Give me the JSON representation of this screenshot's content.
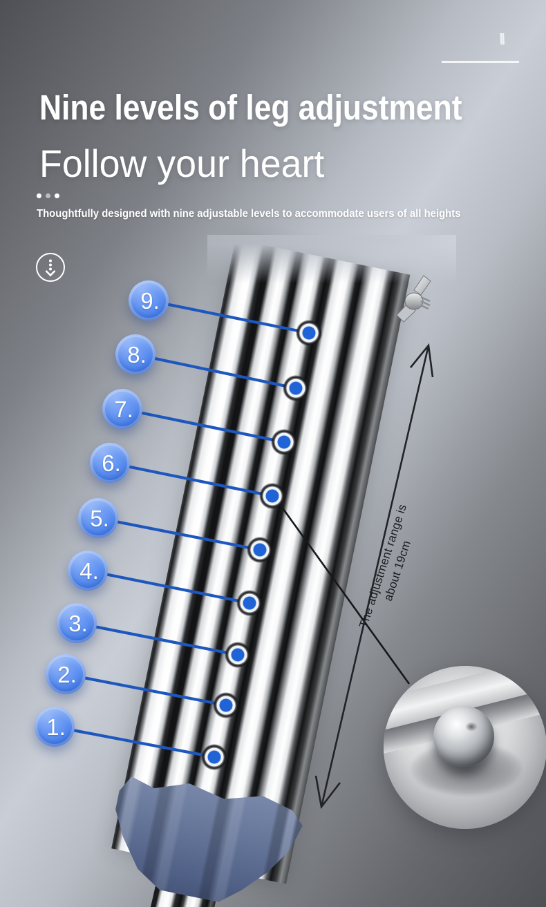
{
  "header": {
    "decor_mark": "\\\\",
    "title": "Nine levels of leg adjustment",
    "subtitle": "Follow your heart",
    "description": "Thoughtfully designed with nine adjustable levels to accommodate users of all heights"
  },
  "callouts": {
    "items": [
      {
        "label": "9."
      },
      {
        "label": "8."
      },
      {
        "label": "7."
      },
      {
        "label": "6."
      },
      {
        "label": "5."
      },
      {
        "label": "4."
      },
      {
        "label": "3."
      },
      {
        "label": "2."
      },
      {
        "label": "1."
      }
    ]
  },
  "annotation": {
    "line1": "The adjustment range is",
    "line2": "about 19cm"
  },
  "icons": {
    "scroll_hint": "scroll-down-icon",
    "hardware": "wing-nut-icon",
    "detail": "zoom-detail-circle"
  },
  "colors": {
    "badge_blue": "#5288ef",
    "callout_line_blue": "#1d57be",
    "hole_blue": "#1f63d6",
    "collar_blue": "#66779b",
    "bg_light": "#c9ced6",
    "bg_dark": "#4f5055",
    "text_white": "#ffffff",
    "annotation_black": "#1b1c1f"
  }
}
